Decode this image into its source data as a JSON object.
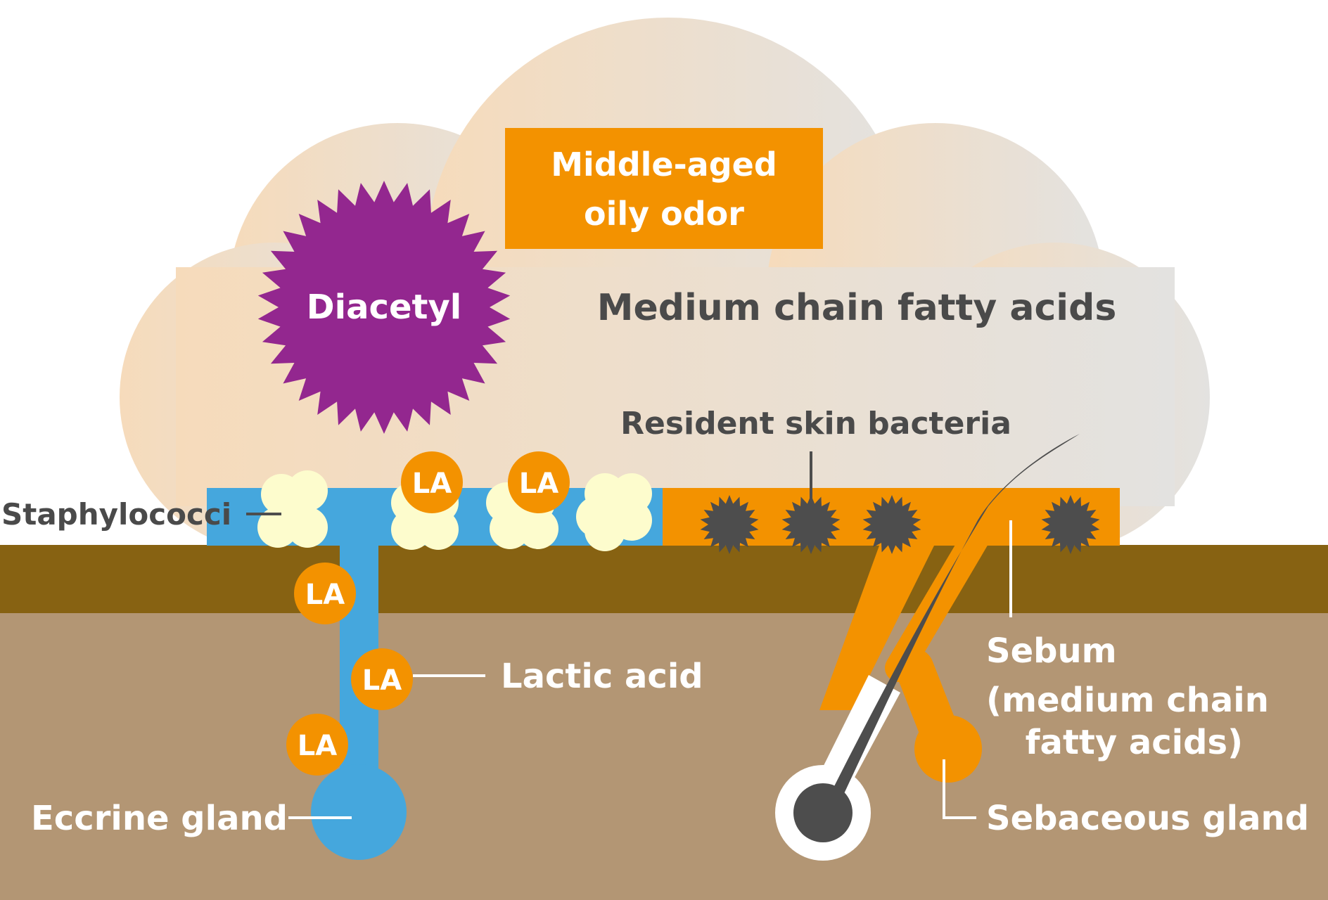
{
  "title_box": {
    "line1": "Middle-aged",
    "line2": "oily odor"
  },
  "cloud_labels": {
    "diacetyl": "Diacetyl",
    "medium_chain": "Medium chain fatty acids",
    "resident_bacteria": "Resident skin bacteria"
  },
  "labels": {
    "staphylococci": "Staphylococci",
    "lactic_acid": "Lactic acid",
    "eccrine_gland": "Eccrine gland",
    "sebum_line1": "Sebum",
    "sebum_line2": "(medium chain",
    "sebum_line3": "fatty acids)",
    "sebaceous_gland": "Sebaceous gland"
  },
  "la_badge": "LA",
  "colors": {
    "cloud_left": "#f5dcbd",
    "cloud_right": "#e2e1df",
    "orange": "#f39200",
    "purple": "#93278f",
    "blue": "#45a7dd",
    "dark_brown": "#876212",
    "light_brown": "#b39674",
    "staph": "#fdfccd",
    "bacteria": "#4d4d4d",
    "text_dark": "#4a4a4a"
  }
}
